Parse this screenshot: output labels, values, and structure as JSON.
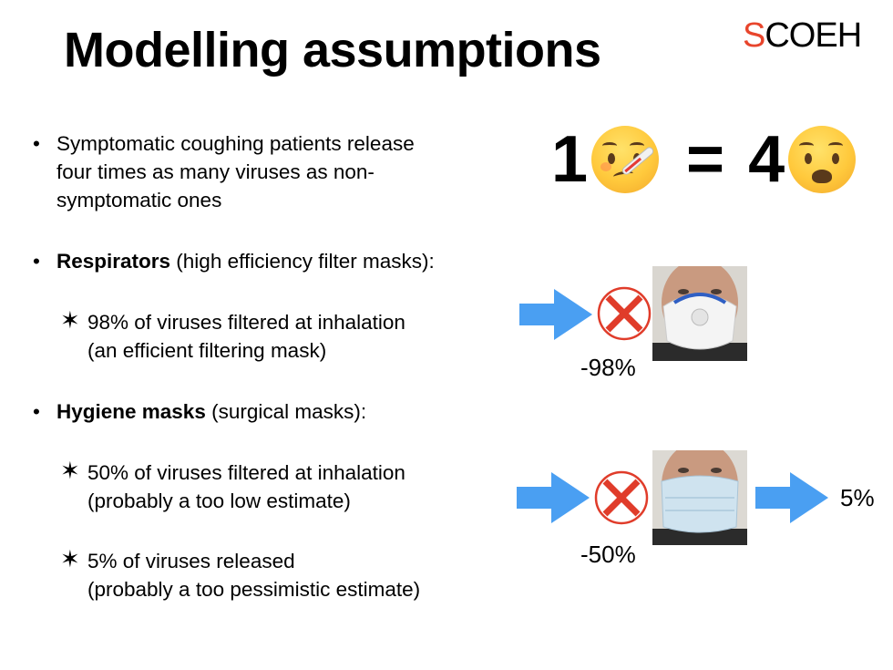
{
  "slide": {
    "title": "Modelling assumptions",
    "logo": {
      "first_letter": "S",
      "rest": "COEH",
      "accent_color": "#e8452c"
    }
  },
  "bullets": [
    {
      "line1": "Symptomatic coughing patients release",
      "line2": "four times as many viruses as non-",
      "line3": "symptomatic ones"
    },
    {
      "bold": "Respirators",
      "rest": " (high efficiency filter masks):"
    },
    {
      "bold": "Hygiene masks",
      "rest": " (surgical masks):"
    }
  ],
  "sub_bullets": [
    {
      "marker": "✶",
      "line1": "98% of viruses filtered at inhalation",
      "line2": "(an efficient filtering mask)"
    },
    {
      "marker": "✶",
      "line1": "50% of viruses filtered at inhalation",
      "line2": "(probably a too low estimate)"
    },
    {
      "marker": "✶",
      "line1": "5% of viruses released",
      "line2": "(probably a too pessimistic estimate)"
    }
  ],
  "equation": {
    "left_num": "1",
    "left_icon": "sick-face-thermometer-emoji",
    "equals": "=",
    "right_num": "4",
    "right_icon": "anguished-face-emoji"
  },
  "diagrams": {
    "respirator": {
      "reduction_label": "-98%",
      "arrow_color": "#4a9ff2",
      "x_color": "#e03c2a",
      "photo": "person-wearing-respirator-photo"
    },
    "hygiene": {
      "reduction_label": "-50%",
      "release_label": "5%",
      "arrow_color": "#4a9ff2",
      "x_color": "#e03c2a",
      "photo": "person-wearing-surgical-mask-photo"
    }
  }
}
